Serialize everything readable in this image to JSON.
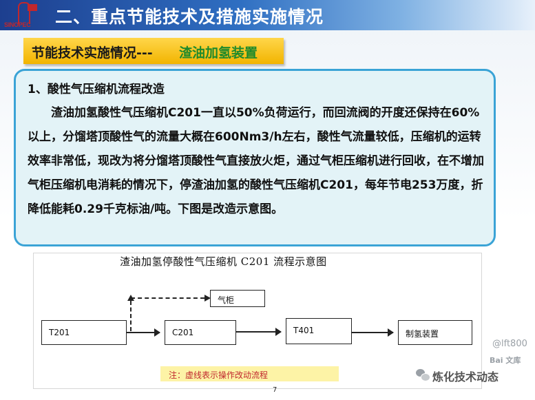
{
  "header": {
    "logo_text": "SINOPEC",
    "title": "二、重点节能技术及措施实施情况"
  },
  "subtitle": {
    "prefix": "节能技术实施情况---",
    "highlight": "渣油加氢装置"
  },
  "content": {
    "heading": "1、酸性气压缩机流程改造",
    "paragraph": "渣油加氢酸性气压缩机C201一直以50%负荷运行，而回流阀的开度还保持在60%以上，分馏塔顶酸性气的流量大概在600Nm3/h左右，酸性气流量较低，压缩机的运转效率非常低，现改为将分馏塔顶酸性气直接放火炬，通过气柜压缩机进行回收，在不增加气柜压缩机电消耗的情况下，停渣油加氢的酸性气压缩机C201，每年节电253万度，折降低能耗0.29千克标油/吨。下图是改造示意图。"
  },
  "diagram": {
    "title": "渣油加氢停酸性气压缩机 C201 流程示意图",
    "nodes": {
      "t201": "T201",
      "c201": "C201",
      "t401": "T401",
      "gas_holder": "气柜",
      "hydrogen_unit": "制氢装置"
    },
    "note": "注：虚线表示操作改动流程"
  },
  "footer": {
    "page_number": "7",
    "watermark_user": "@lft800",
    "watermark_site": "Bai 文库",
    "channel_name": "炼化技术动态"
  },
  "colors": {
    "header_blue": "#1d3f8f",
    "subtitle_yellow": "#f2b400",
    "subtitle_green": "#1f8a2c",
    "panel_border": "#3aa3d6",
    "panel_fill": "#e3f3f7",
    "note_red": "#c0272d"
  }
}
